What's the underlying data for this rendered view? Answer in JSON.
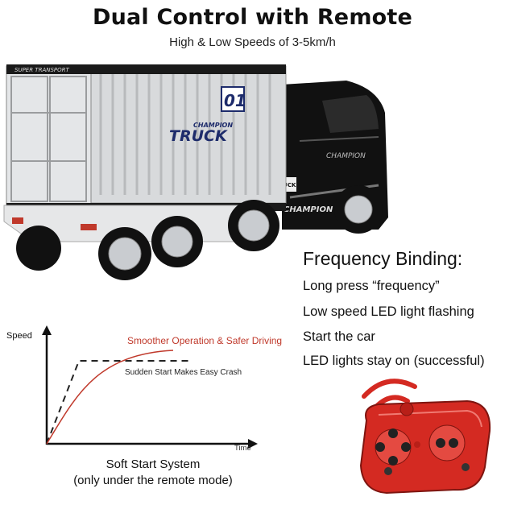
{
  "header": {
    "title": "Dual Control with Remote",
    "subtitle": "High & Low Speeds of 3-5km/h"
  },
  "truck": {
    "container_brand": "SUPER TRANSPORT",
    "container_number": "01",
    "container_logo_small": "CHAMPION",
    "container_logo_big": "TRUCK",
    "cab_badge": "TRUCK",
    "cab_side_text": "CHAMPION"
  },
  "frequency_binding": {
    "heading": "Frequency Binding:",
    "steps": [
      "Long press “frequency”",
      "Low speed LED light flashing",
      "Start the car",
      "LED lights stay on (successful)"
    ]
  },
  "speed_graph": {
    "y_label": "Speed",
    "x_label": "Time",
    "smooth_label": "Smoother Operation & Safer Driving",
    "sudden_label": "Sudden Start Makes Easy Crash",
    "caption_line1": "Soft Start System",
    "caption_line2": "(only under the remote mode)"
  },
  "colors": {
    "smooth_curve": "#c0392b",
    "remote_body": "#d42a22",
    "signal_waves": "#d42a22"
  },
  "icons": [
    "remote-control-icon",
    "signal-waves-icon"
  ]
}
